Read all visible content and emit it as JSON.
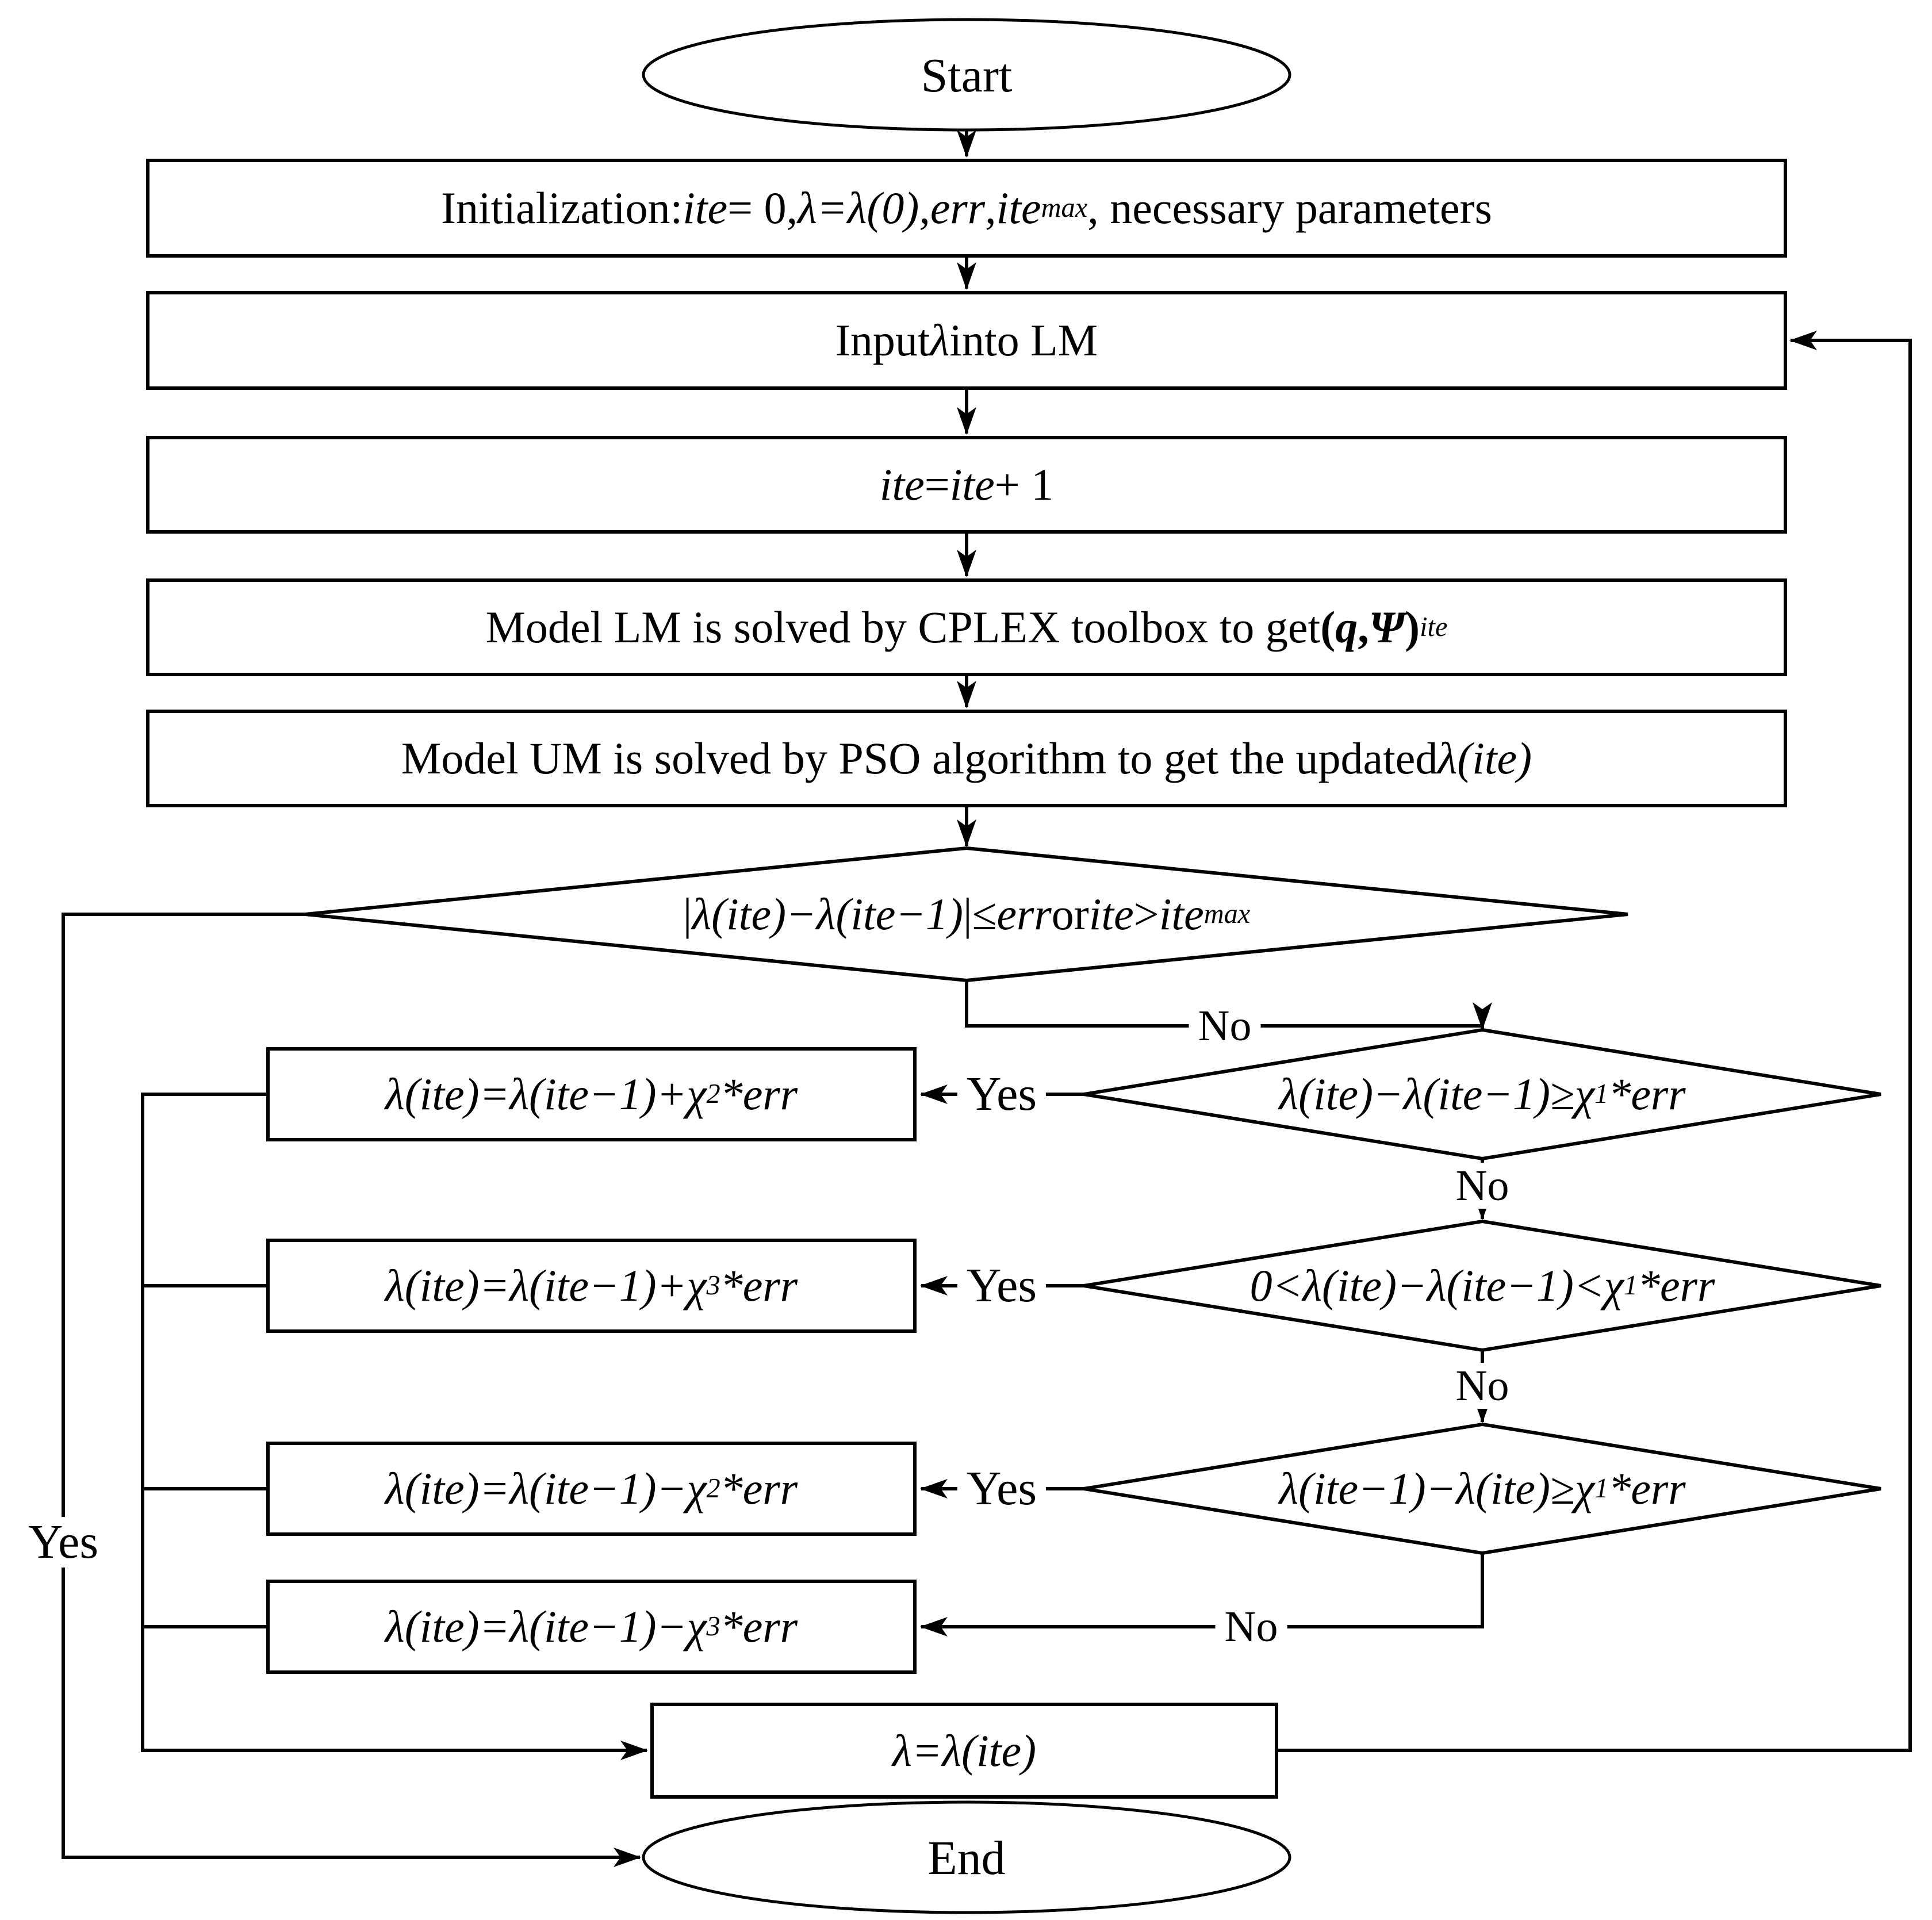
{
  "colors": {
    "stroke": "#000000",
    "background": "#ffffff"
  },
  "nodes": {
    "start": {
      "label": "Start"
    },
    "end": {
      "label": "End"
    },
    "init": {
      "segments": [
        {
          "t": "Initialization: "
        },
        {
          "t": "ite",
          "it": true
        },
        {
          "t": " = 0, "
        },
        {
          "t": "λ=λ(0)",
          "it": true
        },
        {
          "t": ", "
        },
        {
          "t": "err",
          "it": true
        },
        {
          "t": ", "
        },
        {
          "t": "ite",
          "it": true
        },
        {
          "t": "max",
          "it": true,
          "sub": true
        },
        {
          "t": ", necessary parameters"
        }
      ]
    },
    "input": {
      "segments": [
        {
          "t": "Input "
        },
        {
          "t": "λ",
          "it": true
        },
        {
          "t": " into LM"
        }
      ]
    },
    "ite": {
      "segments": [
        {
          "t": "ite",
          "it": true
        },
        {
          "t": " = "
        },
        {
          "t": "ite",
          "it": true
        },
        {
          "t": " + 1"
        }
      ]
    },
    "lm": {
      "segments": [
        {
          "t": "Model LM is solved by CPLEX toolbox to get "
        },
        {
          "t": "(",
          "b": true
        },
        {
          "t": "q",
          "it": true,
          "b": true
        },
        {
          "t": ",",
          "b": true
        },
        {
          "t": "Ψ",
          "it": true,
          "b": true
        },
        {
          "t": ")",
          "b": true
        },
        {
          "t": "ite",
          "it": true,
          "sub": true
        }
      ]
    },
    "um": {
      "segments": [
        {
          "t": "Model UM is solved by PSO algorithm to get the updated "
        },
        {
          "t": "λ(ite)",
          "it": true
        }
      ]
    },
    "d1": {
      "segments": [
        {
          "t": "|"
        },
        {
          "t": "λ(ite)−λ(ite−1)",
          "it": true
        },
        {
          "t": "|≤"
        },
        {
          "t": "err",
          "it": true
        },
        {
          "t": " or "
        },
        {
          "t": "ite",
          "it": true
        },
        {
          "t": ">"
        },
        {
          "t": "ite",
          "it": true
        },
        {
          "t": "max",
          "it": true,
          "sub": true
        }
      ]
    },
    "d2": {
      "segments": [
        {
          "t": "λ(ite)−λ(ite−1)≥χ",
          "it": true
        },
        {
          "t": "1",
          "it": true,
          "sub": true
        },
        {
          "t": "*err",
          "it": true
        }
      ]
    },
    "d3": {
      "segments": [
        {
          "t": "0<λ(ite)−λ(ite−1)<χ",
          "it": true
        },
        {
          "t": "1",
          "it": true,
          "sub": true
        },
        {
          "t": "*err",
          "it": true
        }
      ]
    },
    "d4": {
      "segments": [
        {
          "t": "λ(ite−1)−λ(ite)≥χ",
          "it": true
        },
        {
          "t": "1",
          "it": true,
          "sub": true
        },
        {
          "t": "*err",
          "it": true
        }
      ]
    },
    "boxA": {
      "segments": [
        {
          "t": "λ(ite)=λ(ite−1)+χ",
          "it": true
        },
        {
          "t": "2",
          "it": true,
          "sub": true
        },
        {
          "t": "*err",
          "it": true
        }
      ]
    },
    "boxB": {
      "segments": [
        {
          "t": "λ(ite)=λ(ite−1)+χ",
          "it": true
        },
        {
          "t": "3",
          "it": true,
          "sub": true
        },
        {
          "t": "*err",
          "it": true
        }
      ]
    },
    "boxC": {
      "segments": [
        {
          "t": "λ(ite)=λ(ite−1)−χ",
          "it": true
        },
        {
          "t": "2",
          "it": true,
          "sub": true
        },
        {
          "t": "*err",
          "it": true
        }
      ]
    },
    "boxD": {
      "segments": [
        {
          "t": "λ(ite)=λ(ite−1)−χ",
          "it": true
        },
        {
          "t": "3",
          "it": true,
          "sub": true
        },
        {
          "t": "*err",
          "it": true
        }
      ]
    },
    "lambda": {
      "segments": [
        {
          "t": "λ=λ(ite)",
          "it": true
        }
      ]
    }
  },
  "edge_labels": {
    "d1_yes": "Yes",
    "d1_no": "No",
    "d2_yes": "Yes",
    "d2_no": "No",
    "d3_yes": "Yes",
    "d3_no": "No",
    "d4_yes": "Yes",
    "d4_no": "No"
  }
}
